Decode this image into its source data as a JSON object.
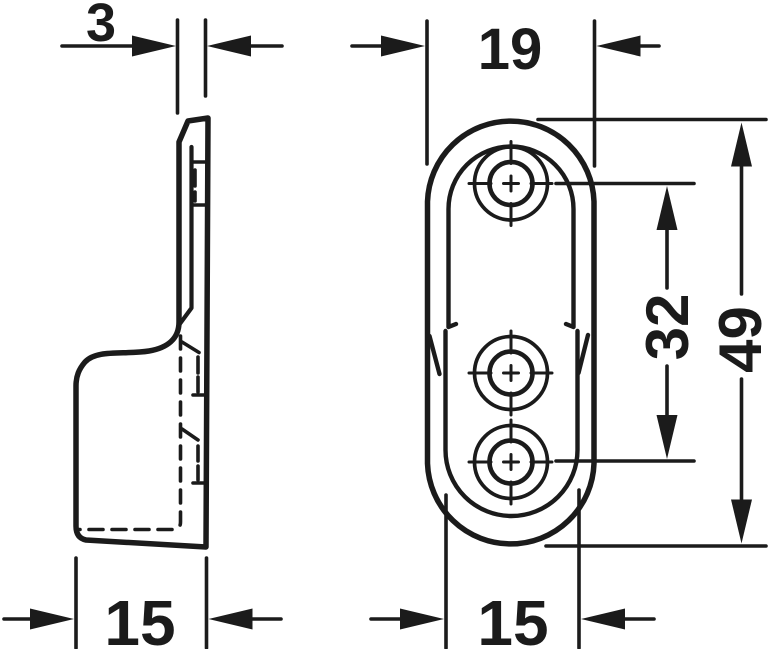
{
  "diagram": {
    "type": "technical-drawing",
    "description": "Two-view dimensioned drawing of an oval wardrobe-rail end support bracket: side profile view (left) and front view with three countersunk screw holes (right)",
    "background_color": "#ffffff",
    "line_color": "#1b1b1b",
    "views": {
      "side_view": "bracket side profile",
      "front_view": "oval mounting plate with 3 screw holes"
    },
    "labels": {
      "dim_plate_thickness": "3",
      "dim_plate_width": "19",
      "dim_hole_spacing": "32",
      "dim_total_height": "49",
      "dim_side_depth": "15",
      "dim_body_width": "15"
    }
  }
}
